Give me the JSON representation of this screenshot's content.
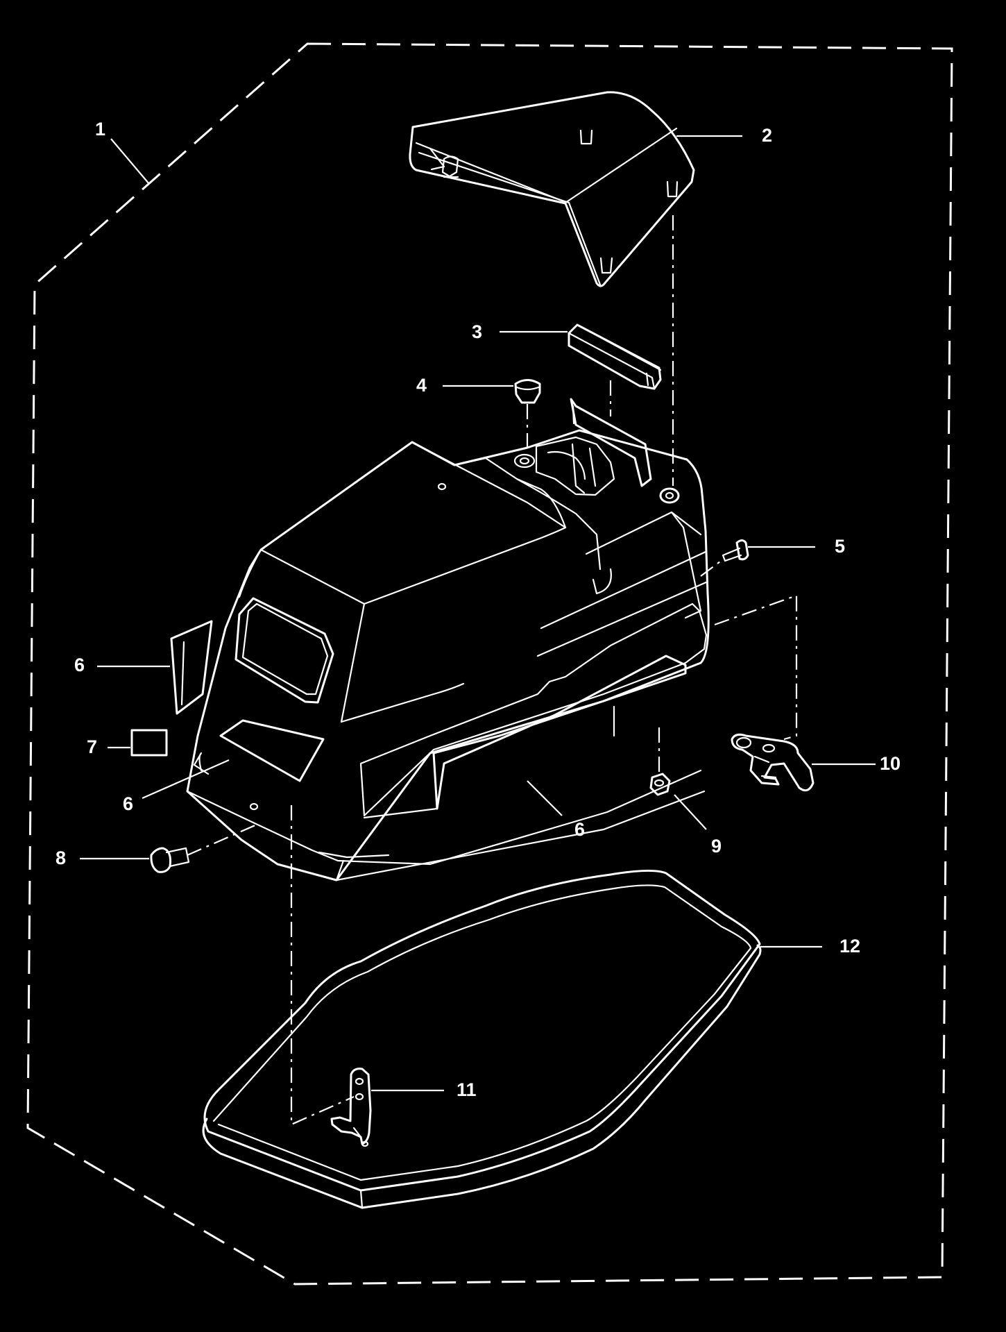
{
  "colors": {
    "background": "#000000",
    "line": "#ffffff"
  },
  "callouts": {
    "c1": "1",
    "c2": "2",
    "c3": "3",
    "c4": "4",
    "c5": "5",
    "c6a": "6",
    "c6b": "6",
    "c6c": "6",
    "c7": "7",
    "c8": "8",
    "c9": "9",
    "c10": "10",
    "c11": "11",
    "c12": "12"
  }
}
